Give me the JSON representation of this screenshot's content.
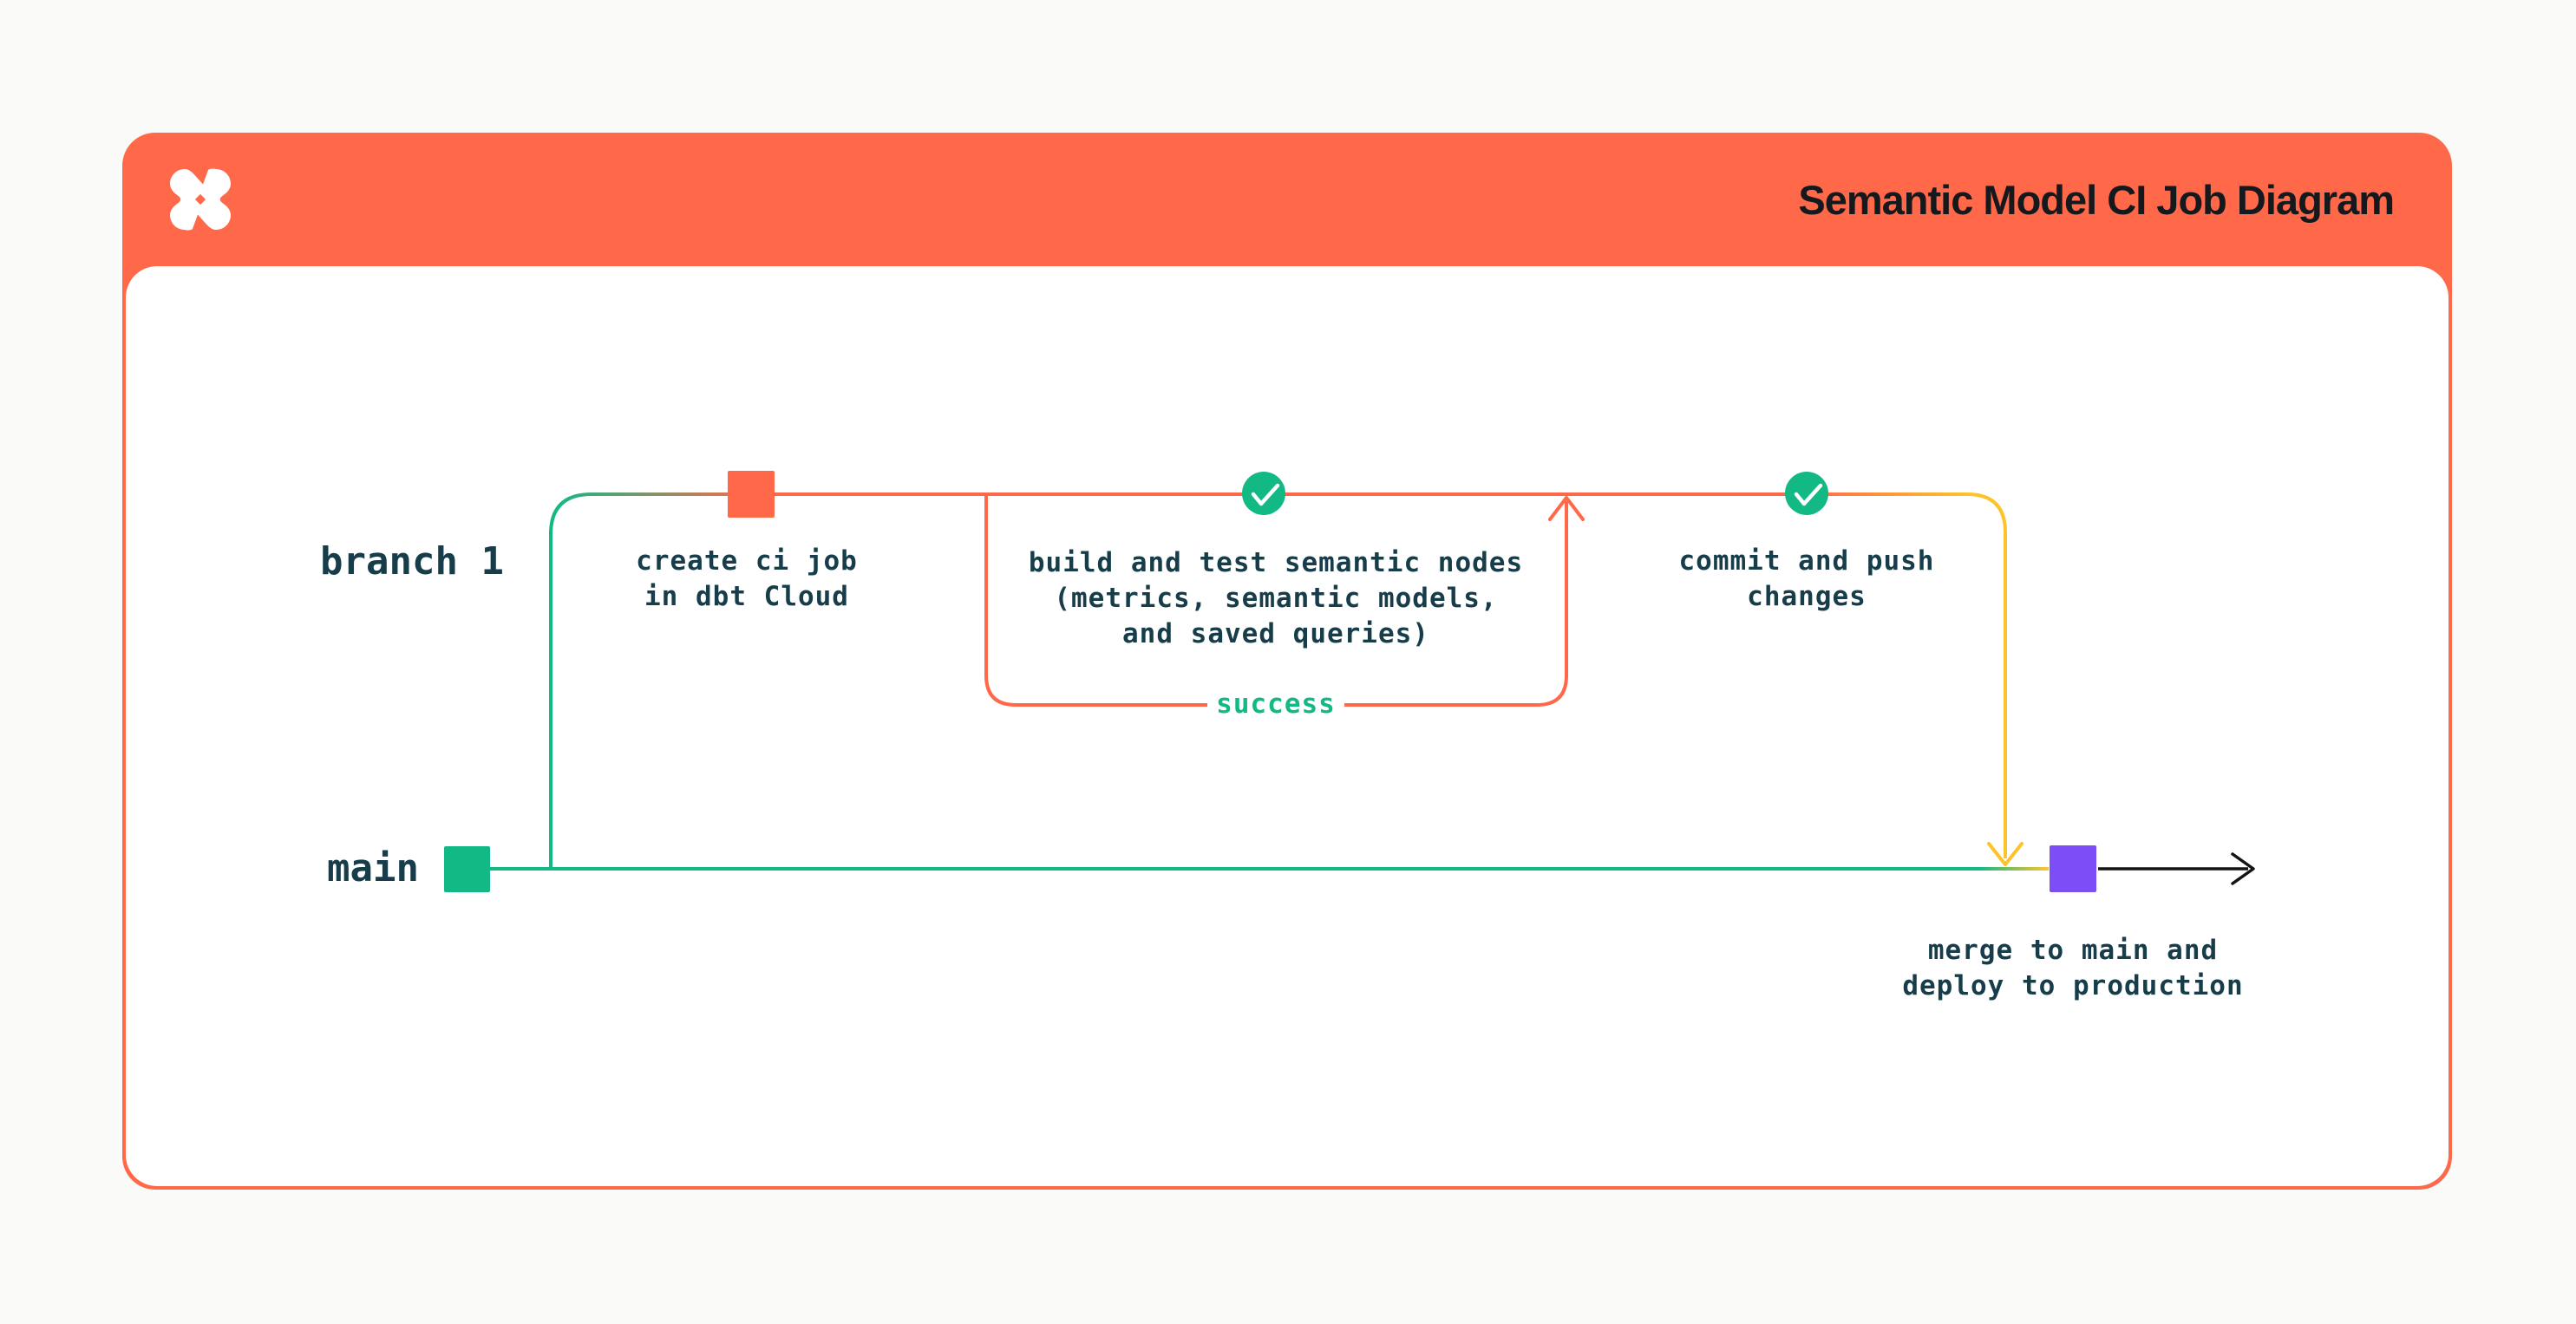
{
  "header": {
    "title": "Semantic Model CI Job Diagram",
    "logo": "dbt-logo"
  },
  "branches": {
    "branch1_label": "branch 1",
    "main_label": "main"
  },
  "nodes": {
    "create_ci": "create ci job\nin dbt Cloud",
    "build_test": "build and test semantic nodes\n(metrics, semantic models,\nand saved queries)",
    "success": "success",
    "commit_push": "commit and push\nchanges",
    "merge_deploy": "merge to main and\ndeploy to production"
  },
  "colors": {
    "orange": "#ff694a",
    "green": "#12b985",
    "yellow": "#fcc32b",
    "purple": "#7d4df5",
    "ink": "#173d4b",
    "title_ink": "#15181c",
    "arrow_black": "#141414",
    "page_bg": "#fafaf8"
  }
}
